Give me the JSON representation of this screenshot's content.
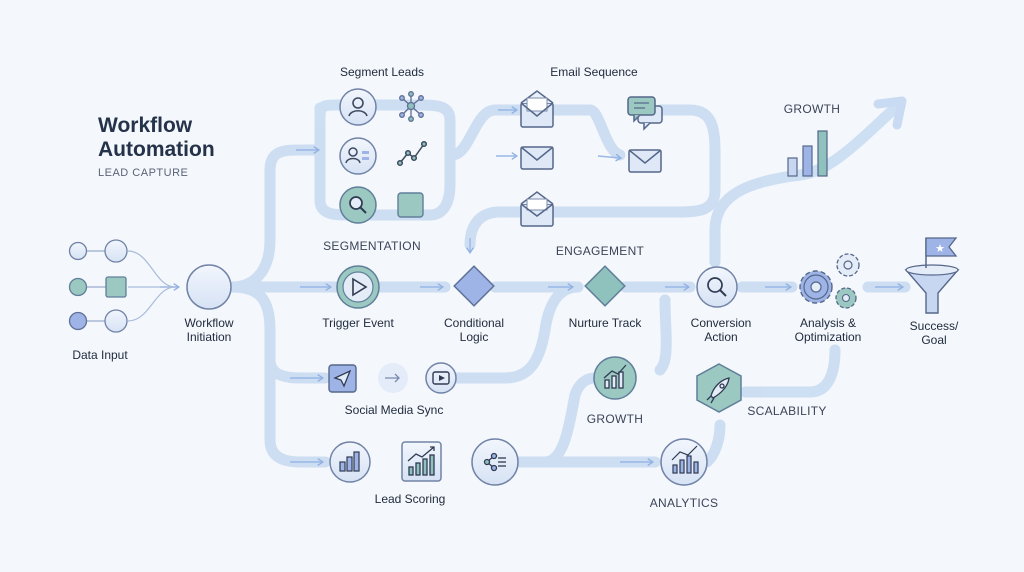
{
  "title_line1": "Workflow",
  "title_line2": "Automation",
  "subtitle": "LEAD CAPTURE",
  "labels": {
    "segment_leads": "Segment Leads",
    "email_sequence": "Email Sequence",
    "growth_top": "GROWTH",
    "segmentation": "SEGMENTATION",
    "engagement": "ENGAGEMENT",
    "data_input": "Data Input",
    "workflow_initiation_1": "Workflow",
    "workflow_initiation_2": "Initiation",
    "trigger_event": "Trigger Event",
    "conditional_logic_1": "Conditional",
    "conditional_logic_2": "Logic",
    "nurture_track": "Nurture Track",
    "conversion_action_1": "Conversion",
    "conversion_action_2": "Action",
    "analysis_1": "Analysis &",
    "analysis_2": "Optimization",
    "success_1": "Success/",
    "success_2": "Goal",
    "social_media_sync": "Social Media Sync",
    "growth_mid": "GROWTH",
    "scalability": "SCALABILITY",
    "lead_scoring": "Lead Scoring",
    "analytics": "ANALYTICS"
  },
  "icons": [
    "user-icon",
    "network-icon",
    "user-group-icon",
    "trend-line-icon",
    "search-icon",
    "square-icon",
    "envelope-open-icon",
    "chat-icon",
    "envelope-icon",
    "play-icon",
    "diamond-icon",
    "send-icon",
    "video-icon",
    "bar-chart-icon",
    "trend-chart-icon",
    "nodes-list-icon",
    "gear-icon",
    "rocket-icon",
    "funnel-icon",
    "flag-icon",
    "arrow-icon"
  ],
  "colors": {
    "background": "#f4f7fb",
    "path": "#c5d8f1",
    "node_fill": "#e4ecf8",
    "node_stroke": "#7d8fb0",
    "teal": "#8fc1bd",
    "blue": "#8fa9df",
    "title": "#24324a"
  }
}
